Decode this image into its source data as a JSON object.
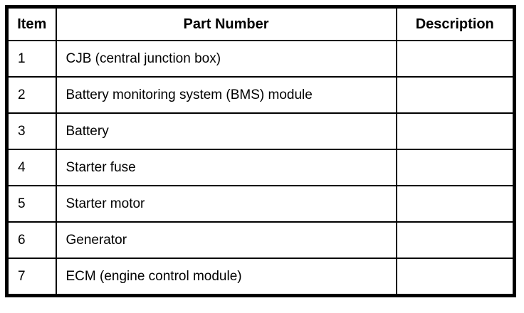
{
  "table": {
    "columns": {
      "item": "Item",
      "part_number": "Part Number",
      "description": "Description"
    },
    "rows": [
      {
        "item": "1",
        "part": "CJB (central junction box)",
        "description": ""
      },
      {
        "item": "2",
        "part": "Battery monitoring system (BMS) module",
        "description": ""
      },
      {
        "item": "3",
        "part": "Battery",
        "description": ""
      },
      {
        "item": "4",
        "part": "Starter fuse",
        "description": ""
      },
      {
        "item": "5",
        "part": "Starter motor",
        "description": ""
      },
      {
        "item": "6",
        "part": "Generator",
        "description": ""
      },
      {
        "item": "7",
        "part": "ECM (engine control module)",
        "description": ""
      }
    ],
    "colors": {
      "border": "#000000",
      "text": "#000000",
      "background": "#ffffff"
    }
  }
}
